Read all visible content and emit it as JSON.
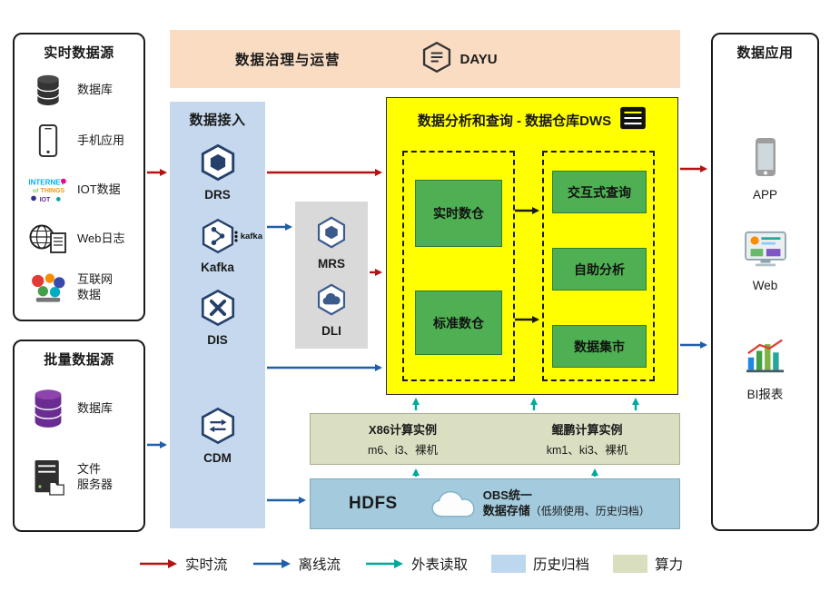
{
  "colors": {
    "realtime": "#B31312",
    "offline": "#1F5FA8",
    "external": "#00A99B",
    "archive": "#BDD7EE",
    "compute_power": "#D9DEBF",
    "flow_black": "#1A1A1A"
  },
  "realtime_sources": {
    "title": "实时数据源",
    "items": [
      {
        "label": "数据库",
        "icon": "database-icon"
      },
      {
        "label": "手机应用",
        "icon": "mobile-icon"
      },
      {
        "label": "IOT数据",
        "icon": "iot-icon"
      },
      {
        "label": "Web日志",
        "icon": "web-log-icon"
      },
      {
        "label": "互联网\n数据",
        "icon": "internet-data-icon"
      }
    ]
  },
  "batch_sources": {
    "title": "批量数据源",
    "items": [
      {
        "label": "数据库",
        "icon": "database-purple-icon"
      },
      {
        "label": "文件\n服务器",
        "icon": "file-server-icon"
      }
    ]
  },
  "governance": {
    "title": "数据治理与运营",
    "product": "DAYU"
  },
  "ingestion": {
    "title": "数据接入",
    "items": [
      {
        "label": "DRS"
      },
      {
        "label": "Kafka",
        "badge": "kafka"
      },
      {
        "label": "DIS"
      },
      {
        "label": "CDM"
      }
    ]
  },
  "processing": {
    "items": [
      {
        "label": "MRS"
      },
      {
        "label": "DLI"
      }
    ]
  },
  "dws": {
    "title": "数据分析和查询 - 数据仓库DWS",
    "warehouses": [
      {
        "label": "实时数仓"
      },
      {
        "label": "标准数仓"
      }
    ],
    "services": [
      {
        "label": "交互式查询"
      },
      {
        "label": "自助分析"
      },
      {
        "label": "数据集市"
      }
    ]
  },
  "compute": {
    "x86": {
      "title": "X86计算实例",
      "specs": "m6、i3、裸机"
    },
    "kunpeng": {
      "title": "鲲鹏计算实例",
      "specs": "km1、ki3、裸机"
    }
  },
  "storage": {
    "hdfs": "HDFS",
    "obs_line1": "OBS统一",
    "obs_line2": "数据存储",
    "obs_note": "（低频使用、历史归档）"
  },
  "applications": {
    "title": "数据应用",
    "items": [
      {
        "label": "APP"
      },
      {
        "label": "Web"
      },
      {
        "label": "BI报表"
      }
    ]
  },
  "legend": {
    "realtime": "实时流",
    "offline": "离线流",
    "external": "外表读取",
    "archive": "历史归档",
    "compute": "算力"
  }
}
